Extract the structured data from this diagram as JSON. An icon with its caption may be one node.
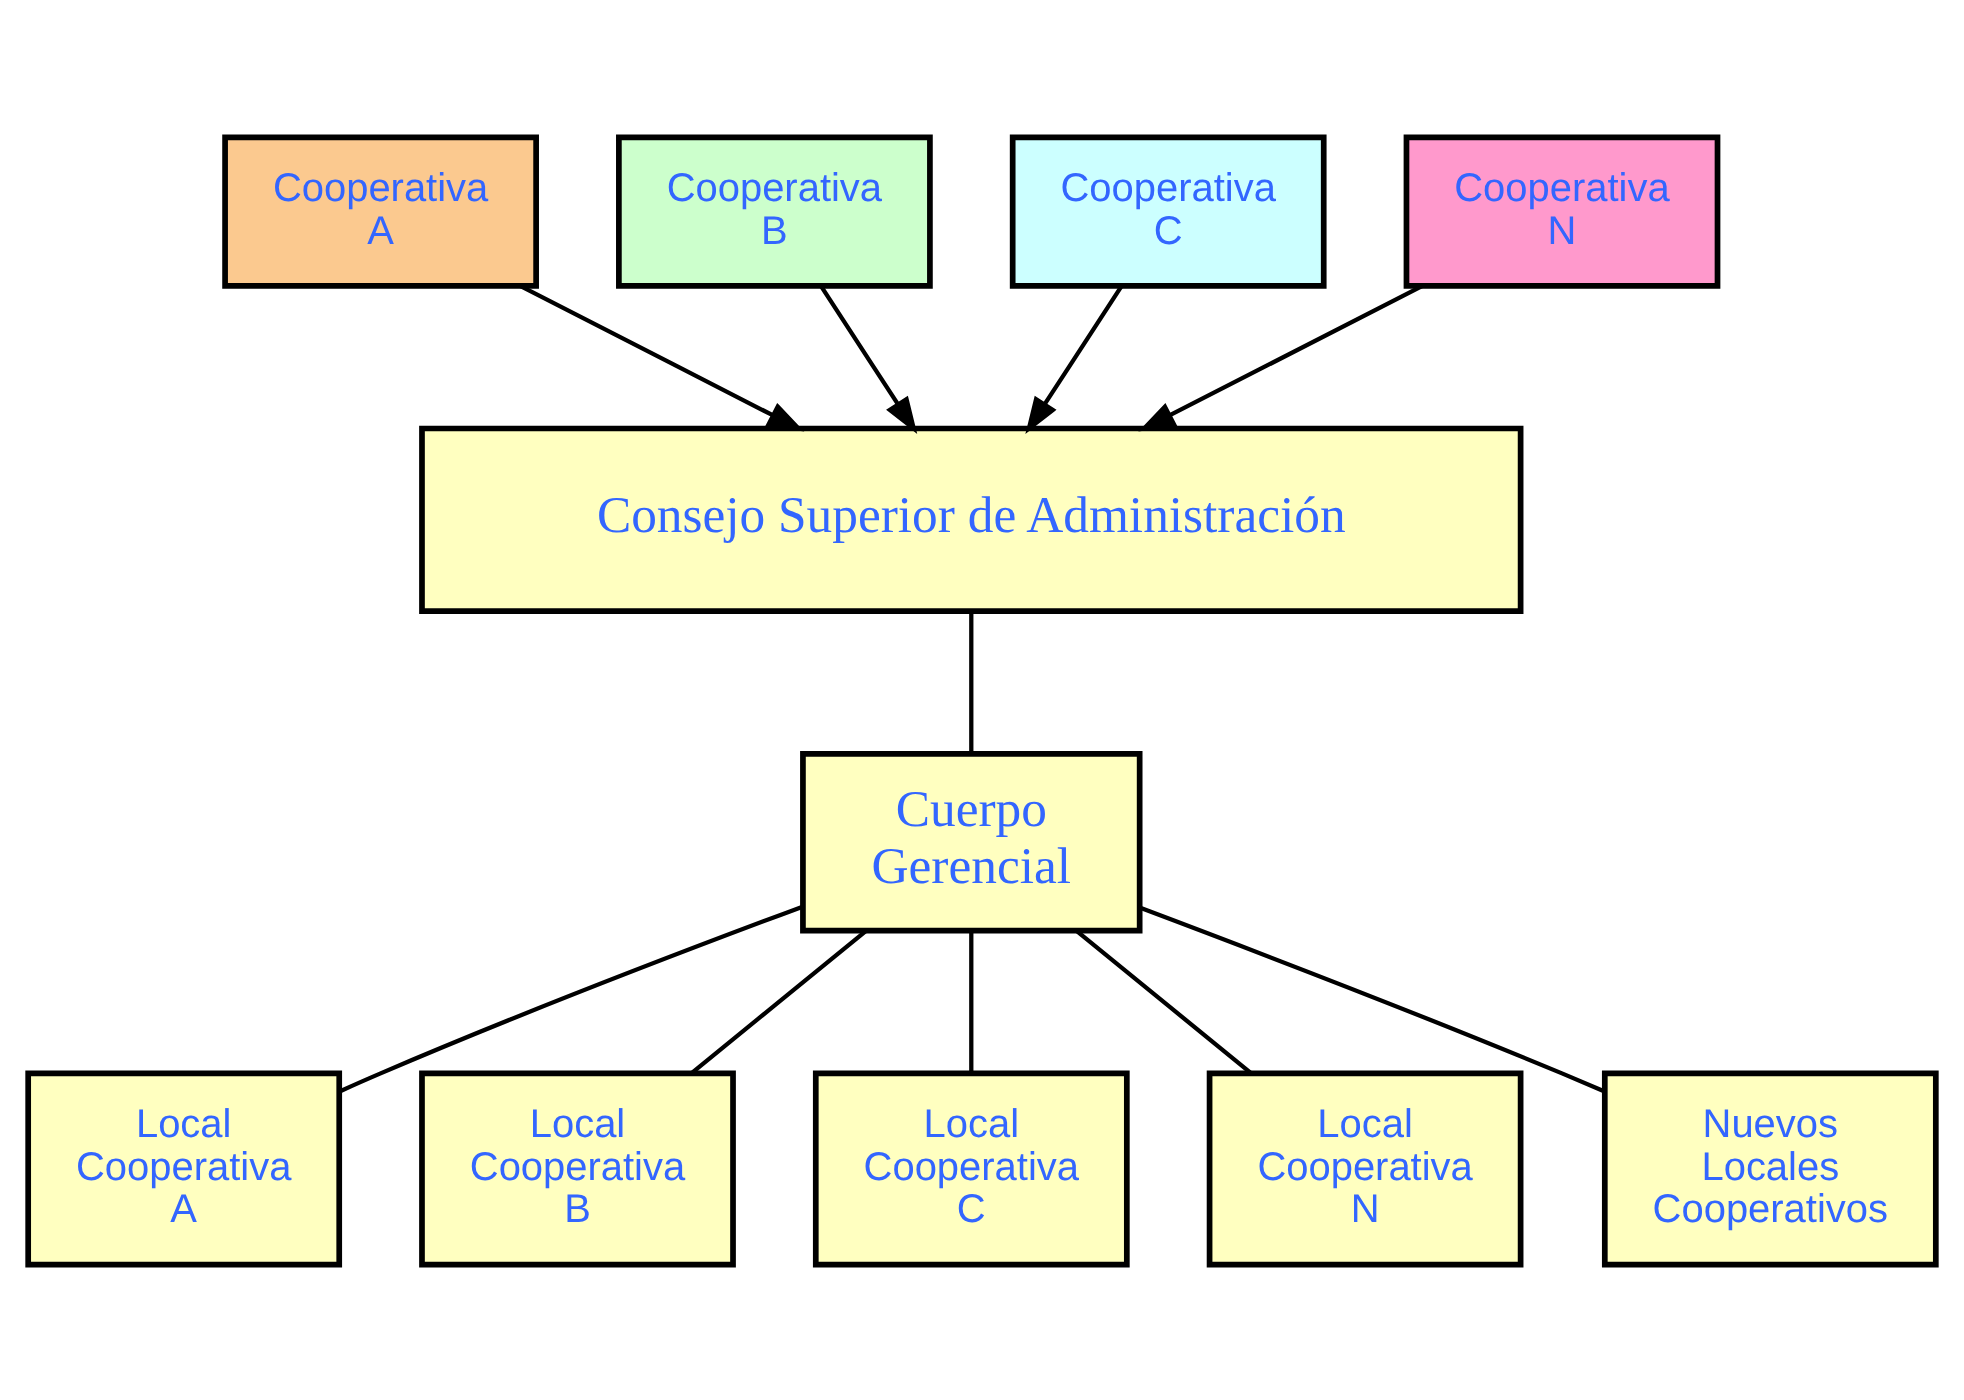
{
  "diagram": {
    "nodes": [
      {
        "text": [
          "Cooperativa A"
        ]
      },
      {
        "text": [
          "Cooperativa B"
        ]
      },
      {
        "text": [
          "Cooperativa C"
        ]
      },
      {
        "text": [
          "Cooperativa N"
        ]
      },
      {
        "text": [
          "Consejo Superior de Administración"
        ]
      },
      {
        "text": [
          "Cuerpo Gerencial"
        ]
      },
      {
        "text": [
          "Local Cooperativa A"
        ]
      },
      {
        "text": [
          "Local Cooperativa B"
        ]
      },
      {
        "text": [
          "Local Cooperativa C"
        ]
      },
      {
        "text": [
          "Local Cooperativa N"
        ]
      },
      {
        "text": [
          "Nuevos Locales Cooperativos"
        ]
      }
    ],
    "edges": [
      {
        "from": 0,
        "to": 4,
        "arrow": "to"
      },
      {
        "from": 1,
        "to": 4,
        "arrow": "to"
      },
      {
        "from": 2,
        "to": 4,
        "arrow": "to"
      },
      {
        "from": 3,
        "to": 4,
        "arrow": "to"
      },
      {
        "from": 4,
        "to": 5,
        "arrow": "none"
      },
      {
        "from": 5,
        "to": 6,
        "arrow": "none"
      },
      {
        "from": 5,
        "to": 7,
        "arrow": "none"
      },
      {
        "from": 5,
        "to": 8,
        "arrow": "none"
      },
      {
        "from": 5,
        "to": 9,
        "arrow": "none"
      },
      {
        "from": 5,
        "to": 10,
        "arrow": "none"
      }
    ]
  }
}
